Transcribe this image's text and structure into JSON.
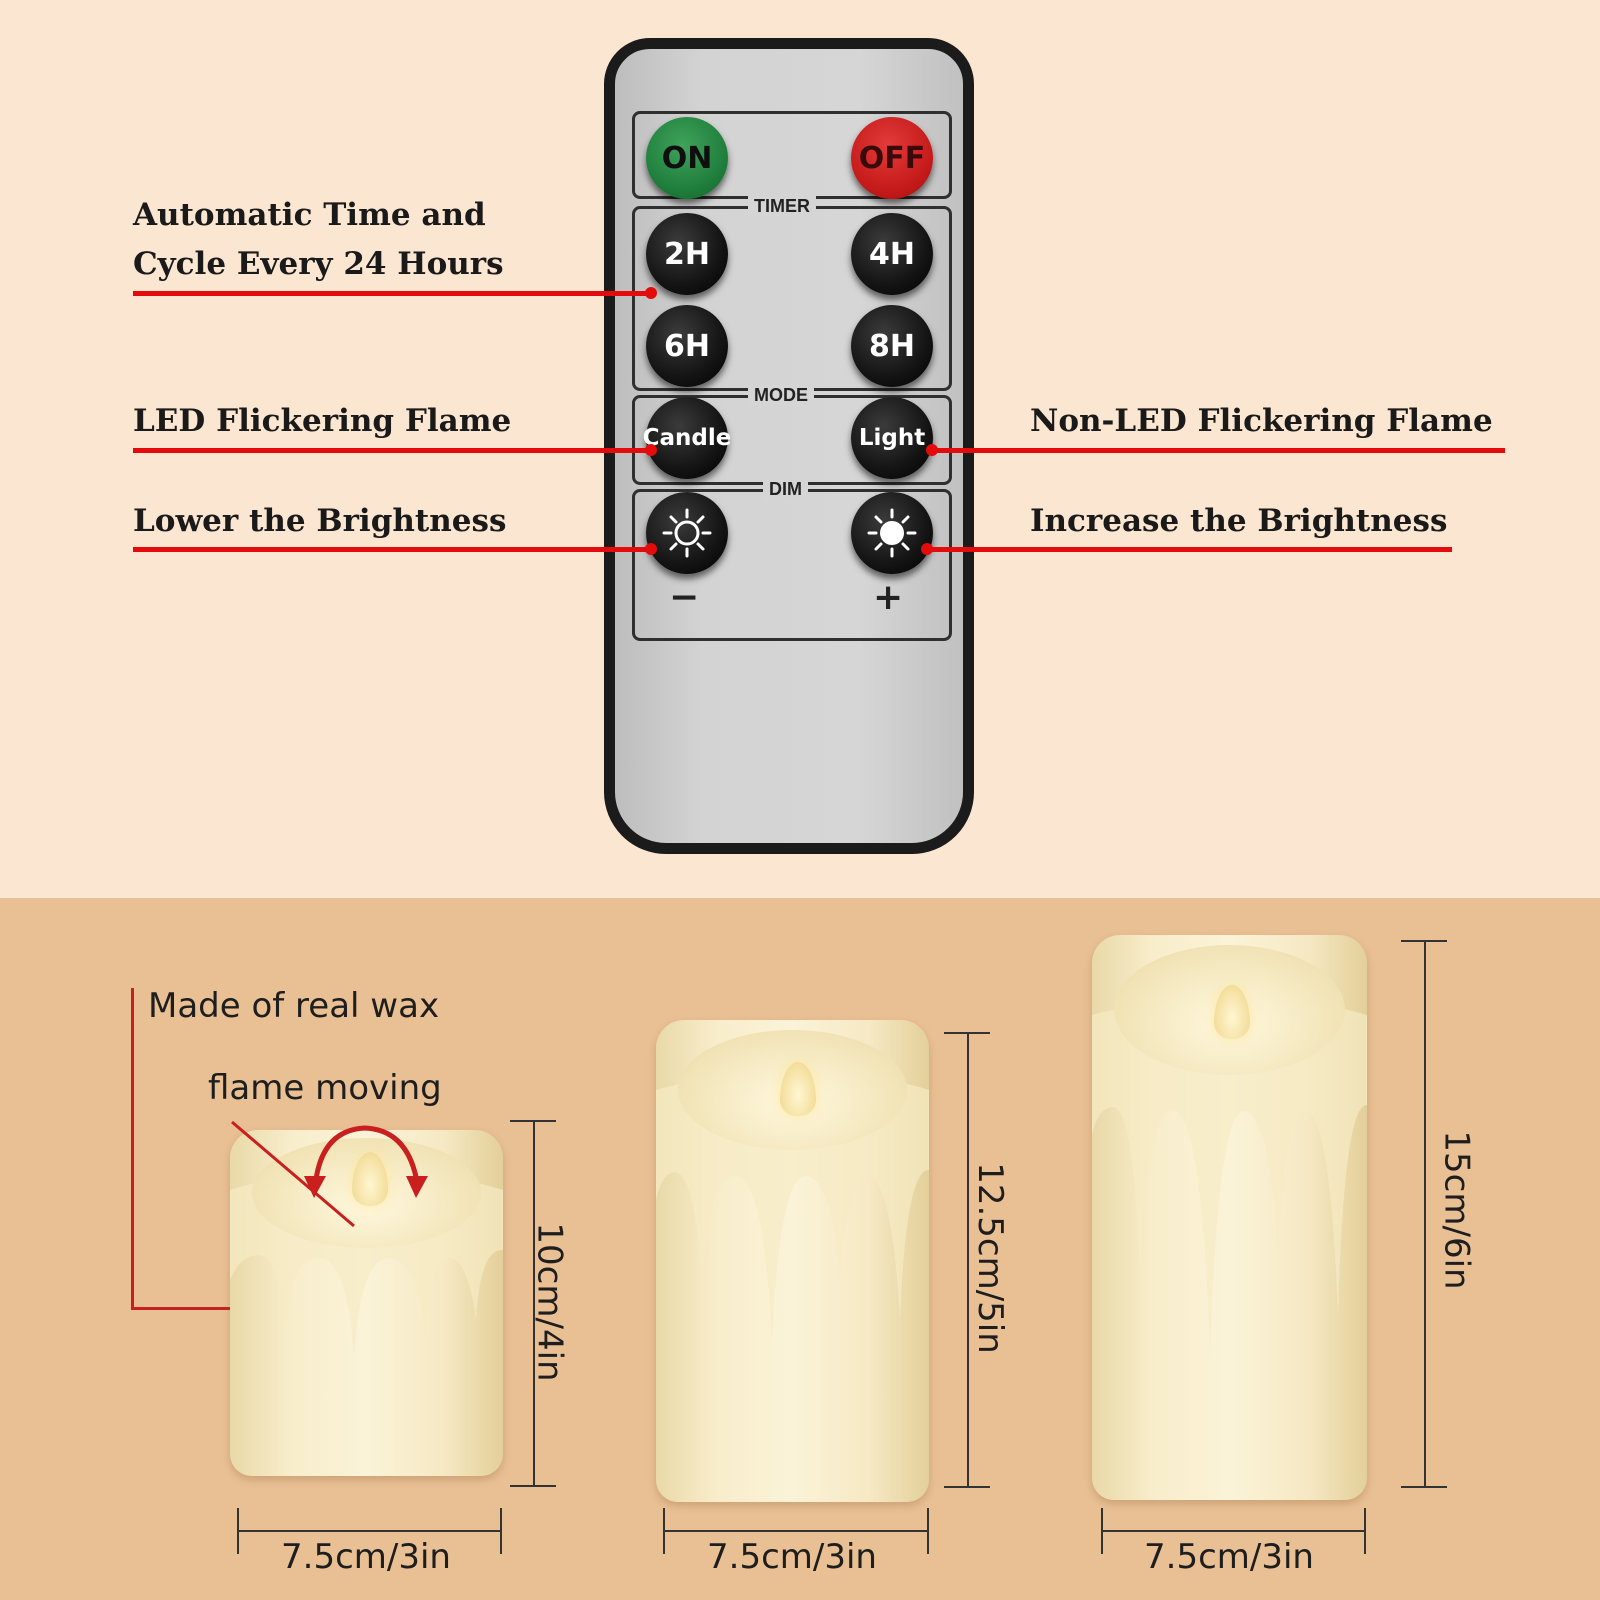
{
  "remote": {
    "on_label": "ON",
    "off_label": "OFF",
    "timer_label": "TIMER",
    "timer_buttons": [
      "2H",
      "4H",
      "6H",
      "8H"
    ],
    "mode_label": "MODE",
    "candle_label": "Candle",
    "light_label": "Light",
    "dim_label": "DIM",
    "minus_label": "−",
    "plus_label": "+",
    "icons": [
      "sun-outline-icon",
      "sun-filled-icon"
    ]
  },
  "callouts": {
    "timer_line1": "Automatic Time and",
    "timer_line2": "Cycle Every 24 Hours",
    "candle_mode": "LED Flickering Flame",
    "light_mode": "Non-LED Flickering Flame",
    "dim_down": "Lower the Brightness",
    "dim_up": "Increase the Brightness",
    "line_color": "#e30b0b"
  },
  "candles": {
    "wax_note": "Made of real wax",
    "flame_note": "flame moving",
    "small": {
      "height": "10cm/4in",
      "width": "7.5cm/3in"
    },
    "medium": {
      "height": "12.5cm/5in",
      "width": "7.5cm/3in"
    },
    "large": {
      "height": "15cm/6in",
      "width": "7.5cm/3in"
    }
  },
  "colors": {
    "top_background": "#fbe6d1",
    "bottom_background": "#e9bf94"
  }
}
